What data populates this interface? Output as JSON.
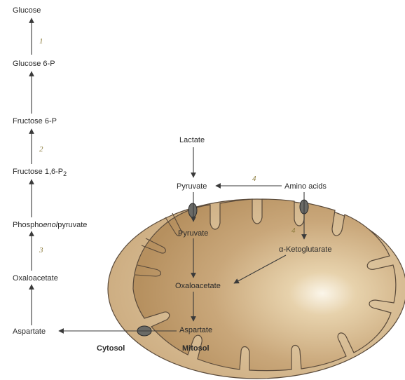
{
  "pathway": {
    "glucose": "Glucose",
    "glucose_6p": "Glucose 6-P",
    "fructose_6p": "Fructose 6-P",
    "fructose_16p2": "Fructose 1,6-P",
    "fructose_16p2_sub": "2",
    "phosphoenolpyruvate_prefix": "Phospho",
    "phosphoenolpyruvate_italic": "enol",
    "phosphoenolpyruvate_suffix": "pyruvate",
    "oxaloacetate": "Oxaloacetate",
    "aspartate": "Aspartate"
  },
  "steps": {
    "step1": "1",
    "step2": "2",
    "step3": "3",
    "step4_top": "4",
    "step4_inner": "4"
  },
  "outside": {
    "lactate": "Lactate",
    "pyruvate": "Pyruvate",
    "amino_acids": "Amino acids"
  },
  "mitochondrion": {
    "pyruvate": "Pyruvate",
    "ketoglutarate": "α-Ketoglutarate",
    "oxaloacetate": "Oxaloacetate",
    "aspartate": "Aspartate"
  },
  "compartments": {
    "cytosol": "Cytosol",
    "mitosol": "Mitosol"
  },
  "colors": {
    "matrix": "#c9a77a",
    "membrane": "#b08a5a",
    "transporter": "#6a6a66",
    "background": "#ffffff"
  }
}
